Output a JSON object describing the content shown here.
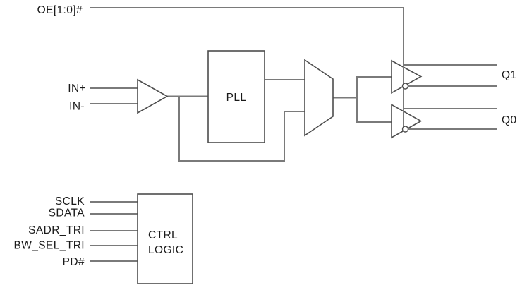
{
  "diagram": {
    "inputs": {
      "oe": "OE[1:0]#",
      "in_plus": "IN+",
      "in_minus": "IN-",
      "sclk": "SCLK",
      "sdata": "SDATA",
      "sadr_tri": "SADR_TRI",
      "bw_sel_tri": "BW_SEL_TRI",
      "pd": "PD#"
    },
    "blocks": {
      "pll": "PLL",
      "ctrl_line1": "CTRL",
      "ctrl_line2": "LOGIC"
    },
    "outputs": {
      "q1": "Q1",
      "q0": "Q0"
    },
    "colors": {
      "wire": "#7a7a7a",
      "outline": "#4d4d4d",
      "text": "#1a1a1a",
      "background": "#ffffff"
    }
  }
}
